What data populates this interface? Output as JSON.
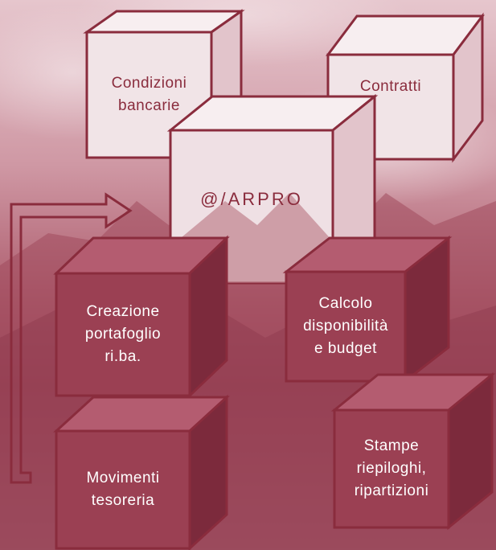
{
  "center_box": {
    "label": "@/ARPRO"
  },
  "boxes": {
    "condizioni_bancarie": {
      "label": "Condizioni\nbancarie"
    },
    "contratti": {
      "label": "Contratti"
    },
    "creazione_portafoglio": {
      "label": "Creazione\nportafoglio\nri.ba."
    },
    "calcolo_disponibilita": {
      "label": "Calcolo\ndisponibilità\ne budget"
    },
    "movimenti_tesoreria": {
      "label": "Movimenti\ntesoreria"
    },
    "stampe_riepiloghi": {
      "label": "Stampe\nriepiloghi,\nripartizioni"
    }
  },
  "colors": {
    "frame": "#8a2c3d",
    "dark_face": "#9b4053",
    "light_face": "#f4ecee"
  }
}
